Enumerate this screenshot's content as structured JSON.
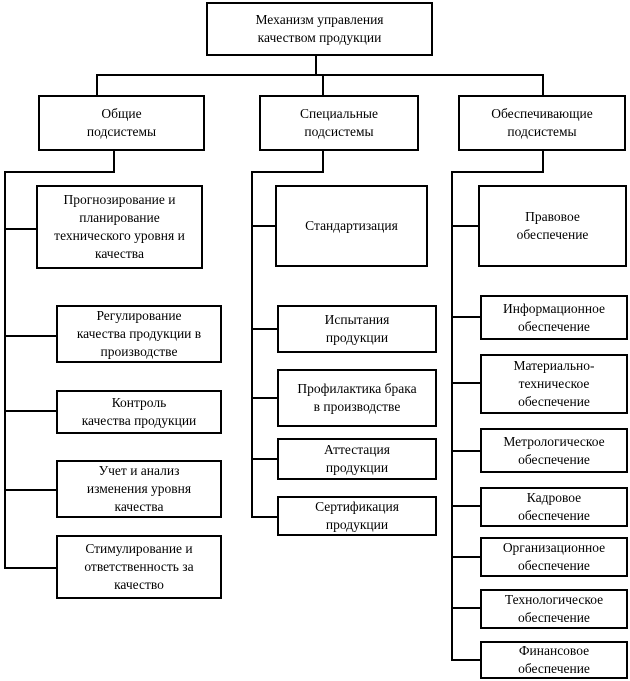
{
  "diagram": {
    "root": "Механизм управления\nкачеством продукции",
    "columns": [
      {
        "title": "Общие\nподсистемы",
        "items": [
          "Прогнозирование и\nпланирование\nтехнического уровня и\nкачества",
          "Регулирование\nкачества продукции в\nпроизводстве",
          "Контроль\nкачества продукции",
          "Учет и анализ\nизменения уровня\nкачества",
          "Стимулирование и\nответственность за\nкачество"
        ]
      },
      {
        "title": "Специальные\nподсистемы",
        "items": [
          "Стандартизация",
          "Испытания\nпродукции",
          "Профилактика брака\nв производстве",
          "Аттестация\nпродукции",
          "Сертификация\nпродукции"
        ]
      },
      {
        "title": "Обеспечивающие\nподсистемы",
        "items": [
          "Правовое\nобеспечение",
          "Информационное\nобеспечение",
          "Материально-\nтехническое\nобеспечение",
          "Метрологическое\nобеспечение",
          "Кадровое\nобеспечение",
          "Организационное\nобеспечение",
          "Технологическое\nобеспечение",
          "Финансовое\nобеспечение"
        ]
      }
    ]
  }
}
